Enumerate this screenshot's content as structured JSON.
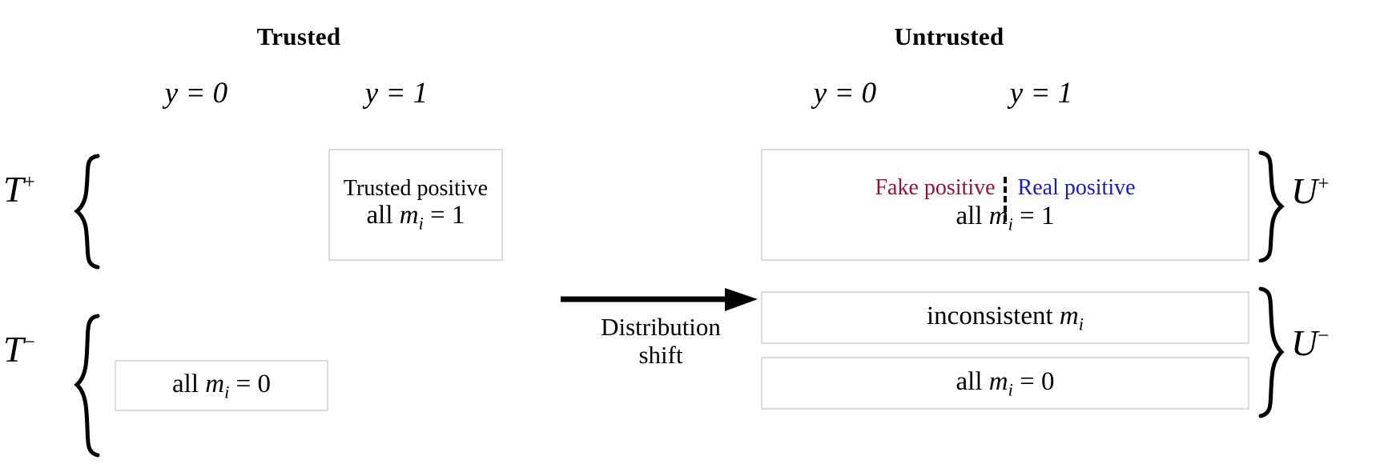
{
  "diagram": {
    "title_left": "Trusted",
    "title_right": "Untrusted",
    "columns": {
      "left_y0": "y = 0",
      "left_y1": "y = 1",
      "right_y0": "y = 0",
      "right_y1": "y = 1"
    },
    "set_labels": {
      "trusted_positive": "T",
      "trusted_positive_sign": "+",
      "trusted_negative": "T",
      "trusted_negative_sign": "−",
      "untrusted_positive": "U",
      "untrusted_positive_sign": "+",
      "untrusted_negative": "U",
      "untrusted_negative_sign": "−"
    },
    "boxes": {
      "trusted_positive": {
        "line1": "Trusted positive",
        "line2_prefix": "all ",
        "line2_var": "m",
        "line2_sub": "i",
        "line2_suffix": " = 1"
      },
      "trusted_negative": {
        "line1_prefix": "all ",
        "line1_var": "m",
        "line1_sub": "i",
        "line1_suffix": " = 0"
      },
      "untrusted_positive": {
        "segment_left": "Fake positive",
        "segment_right": "Real positive",
        "line2_prefix": "all ",
        "line2_var": "m",
        "line2_sub": "i",
        "line2_suffix": " = 1"
      },
      "untrusted_inconsistent": {
        "text_prefix": "inconsistent ",
        "text_var": "m",
        "text_sub": "i"
      },
      "untrusted_negative": {
        "line1_prefix": "all ",
        "line1_var": "m",
        "line1_sub": "i",
        "line1_suffix": " = 0"
      }
    },
    "arrow": {
      "caption_line1": "Distribution",
      "caption_line2": "shift"
    },
    "colors": {
      "fake_positive": "#9c1034",
      "real_positive": "#1a1ac4",
      "box_border": "#dcdcdc",
      "text": "#000000",
      "background": "#ffffff"
    }
  }
}
